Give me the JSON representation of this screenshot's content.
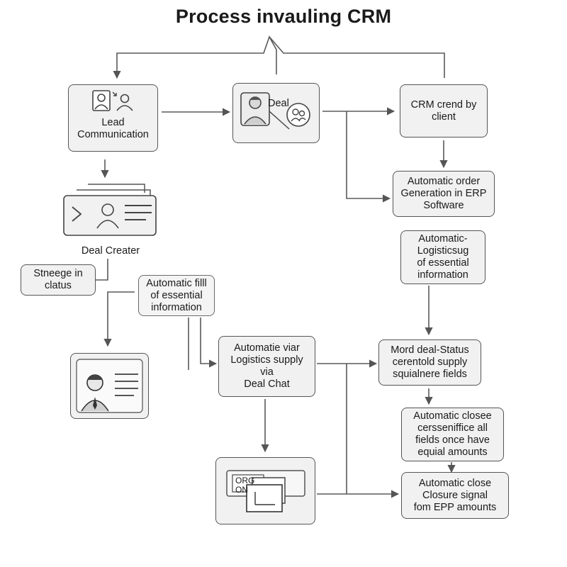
{
  "title": "Process invauling CRM",
  "nodes": {
    "lead": "Lead\nCommunication",
    "deal": "Deal",
    "crm_client": "CRM crend by\nclient",
    "auto_order": "Automatic order\nGeneration in ERP\nSoftware",
    "deal_creater": "Deal Creater",
    "auto_logistics": "Automatic-\nLogisticsug\nof essential\ninformation",
    "storage_status": "Stneege in\nclatus",
    "auto_fill": "Automatic filll\nof essential\ninformation",
    "auto_via": "Automatie viar\nLogistics supply\nvia\nDeal Chat",
    "mord_deal": "Mord deal-Status\ncerentold supply\nsquialnere fields",
    "auto_close_1": "Automatic closee\ncersseniffice all\nfields once have\nequial amounts",
    "auto_close_2": "Automatic close\nClosure signal\nfom EPP amounts",
    "doc_text": "ORG\nON"
  },
  "icons": {
    "lead": "two-people-icon",
    "deal": "person-with-group-icon",
    "deal_creater": "id-card-icon",
    "profile": "profile-card-icon",
    "docs": "stacked-documents-icon"
  }
}
